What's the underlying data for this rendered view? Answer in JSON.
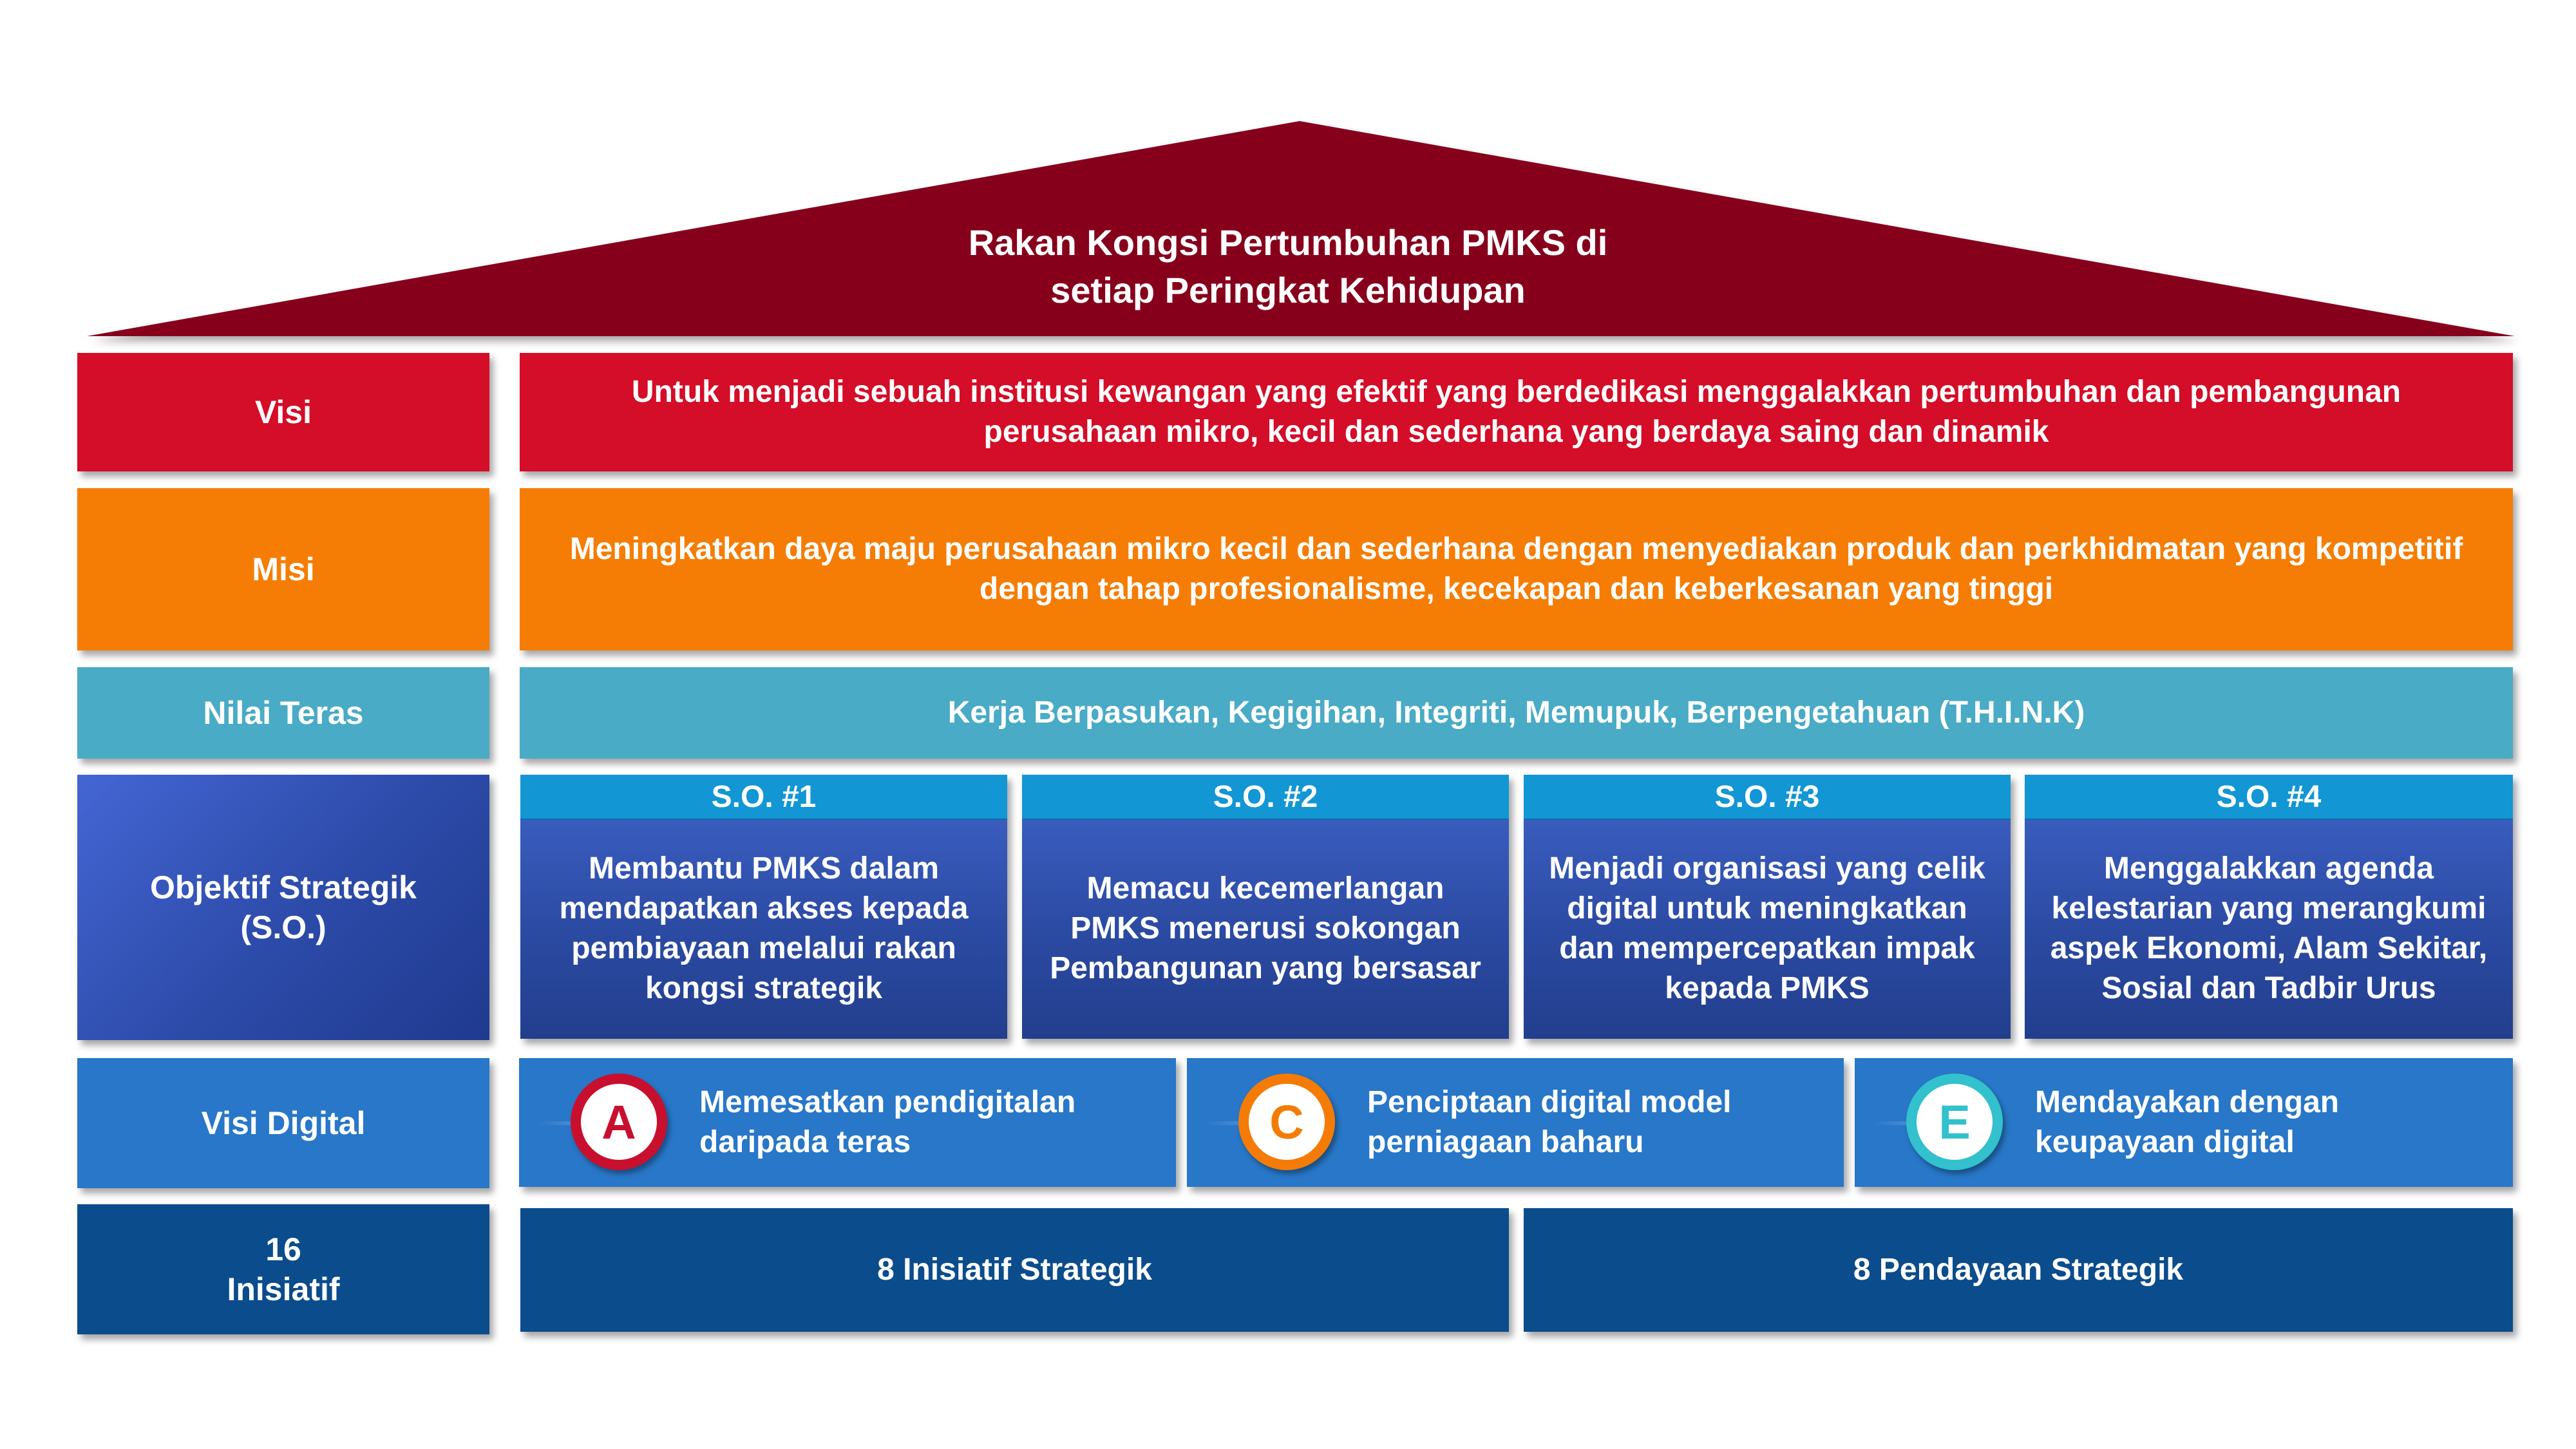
{
  "roof": {
    "title_line1": "Rakan Kongsi Pertumbuhan PMKS di",
    "title_line2": "setiap Peringkat Kehidupan",
    "color": "#86061c"
  },
  "visi": {
    "label": "Visi",
    "text": "Untuk menjadi sebuah institusi kewangan yang efektif yang berdedikasi menggalakkan pertumbuhan dan pembangunan perusahaan mikro, kecil dan sederhana yang berdaya saing dan dinamik"
  },
  "misi": {
    "label": "Misi",
    "text": "Meningkatkan daya maju perusahaan mikro kecil dan sederhana dengan menyediakan produk dan perkhidmatan yang kompetitif dengan tahap profesionalisme, kecekapan dan keberkesanan yang tinggi"
  },
  "nilai_teras": {
    "label": "Nilai Teras",
    "text": "Kerja Berpasukan, Kegigihan, Integriti, Memupuk, Berpengetahuan (T.H.I.N.K)"
  },
  "objektif": {
    "label": "Objektif Strategik (S.O.)",
    "items": [
      {
        "title": "S.O. #1",
        "text": "Membantu PMKS dalam mendapatkan akses kepada pembiayaan melalui rakan kongsi strategik"
      },
      {
        "title": "S.O. #2",
        "text": "Memacu kecemerlangan PMKS menerusi sokongan Pembangunan yang bersasar"
      },
      {
        "title": "S.O. #3",
        "text": "Menjadi organisasi yang celik digital untuk meningkatkan dan mempercepatkan impak kepada PMKS"
      },
      {
        "title": "S.O. #4",
        "text": "Menggalakkan agenda kelestarian yang merangkumi aspek Ekonomi, Alam Sekitar, Sosial dan Tadbir Urus"
      }
    ]
  },
  "visi_digital": {
    "label": "Visi Digital",
    "items": [
      {
        "letter": "A",
        "text": "Memesatkan pendigitalan daripada teras",
        "color": "#c8102e"
      },
      {
        "letter": "C",
        "text": "Penciptaan digital model perniagaan baharu",
        "color": "#f47c06"
      },
      {
        "letter": "E",
        "text": "Mendayakan dengan keupayaan digital",
        "color": "#32c1cd"
      }
    ]
  },
  "inisiatif": {
    "label_number": "16",
    "label_text": "Inisiatif",
    "items": [
      {
        "text": "8 Inisiatif Strategik"
      },
      {
        "text": "8 Pendayaan Strategik"
      }
    ]
  }
}
